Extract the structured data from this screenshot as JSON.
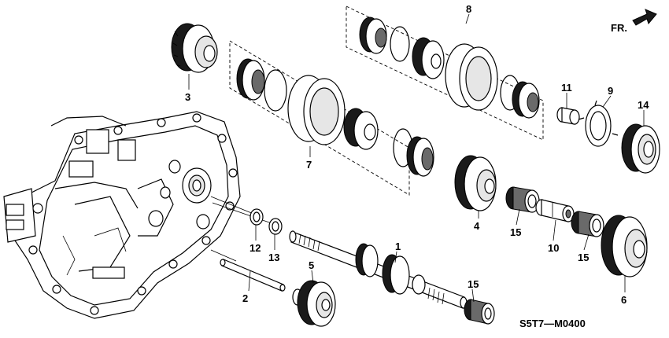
{
  "diagram": {
    "code": "S5T7—M0400",
    "direction": "FR.",
    "callouts": [
      "1",
      "2",
      "3",
      "4",
      "5",
      "6",
      "7",
      "8",
      "9",
      "10",
      "11",
      "12",
      "13",
      "14",
      "15",
      "15",
      "15"
    ]
  },
  "colors": {
    "ink": "#000000",
    "background": "#ffffff",
    "shade": "#6a6a6a"
  }
}
